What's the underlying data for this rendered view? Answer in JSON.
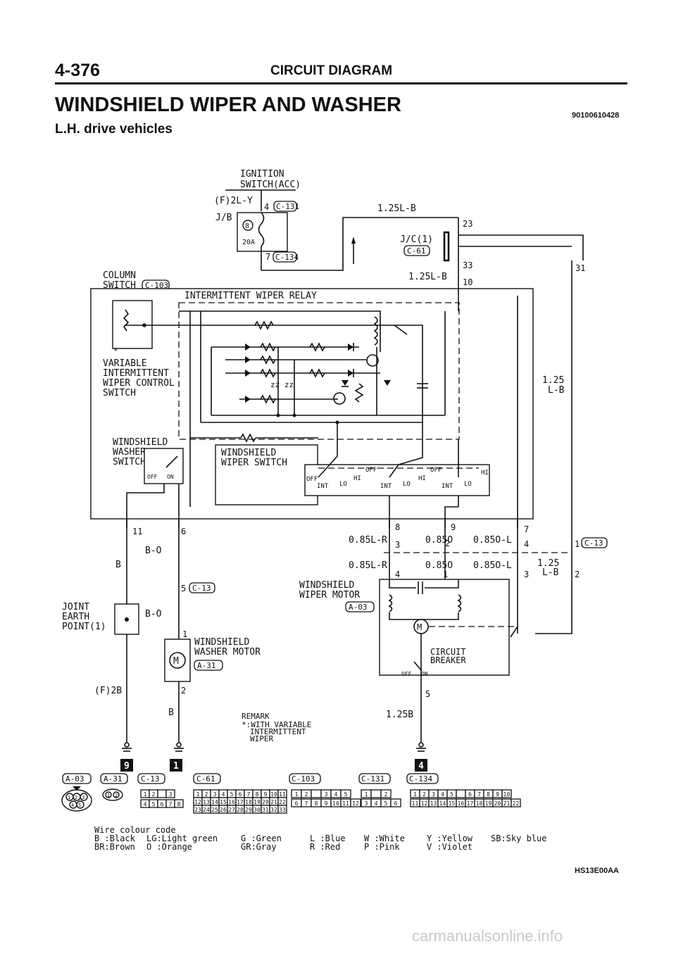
{
  "header": {
    "page_number": "4-376",
    "section": "CIRCUIT DIAGRAM",
    "title": "WINDSHIELD WIPER AND WASHER",
    "doc_id": "90100610428",
    "subtitle": "L.H. drive vehicles",
    "figure_code": "HS13E00AA"
  },
  "components": {
    "ignition_switch": [
      "IGNITION",
      "SWITCH(ACC)"
    ],
    "fuse": "20A",
    "fuse_number": "8",
    "jb": "J/B",
    "jc": "J/C(1)",
    "column_switch": [
      "COLUMN",
      "SWITCH"
    ],
    "relay": "INTERMITTENT WIPER RELAY",
    "variable_switch": [
      "*",
      "VARIABLE",
      "INTERMITTENT",
      "WIPER CONTROL",
      "SWITCH"
    ],
    "washer_switch": [
      "WINDSHIELD",
      "WASHER",
      "SWITCH"
    ],
    "wiper_switch": [
      "WINDSHIELD",
      "WIPER SWITCH"
    ],
    "wiper_motor": [
      "WINDSHIELD",
      "WIPER MOTOR"
    ],
    "washer_motor": [
      "WINDSHIELD",
      "WASHER MOTOR"
    ],
    "circuit_breaker": [
      "CIRCUIT",
      "BREAKER"
    ],
    "joint_earth": [
      "JOINT",
      "EARTH",
      "POINT(1)"
    ],
    "motor_symbol": "M"
  },
  "switch_positions": {
    "off": "OFF",
    "on": "ON",
    "hi": "HI",
    "lo": "LO",
    "int": "INT"
  },
  "wires": {
    "f2ly": "(F)2L-Y",
    "l125lb_top": "1.25L-B",
    "l125lb_mid": "1.25L-B",
    "l125lb_right": [
      "1.25",
      "L-B"
    ],
    "l125lb_bottom": [
      "1.25",
      "L-B"
    ],
    "w085lr_a": "0.85L-R",
    "w085lr_b": "0.85L-R",
    "w085o_a": "0.85O",
    "w085o_b": "0.85O",
    "w085ol_a": "0.85O-L",
    "w085ol_b": "0.85O-L",
    "bo_a": "B-O",
    "bo_b": "B-O",
    "b_left": "B",
    "b_right": "B",
    "f2b": "(F)2B",
    "w125b": "1.25B"
  },
  "pins": {
    "p4": "4",
    "p7": "7",
    "p23": "23",
    "p33": "33",
    "p10": "10",
    "p31": "31",
    "p11": "11",
    "p6": "6",
    "p8": "8",
    "p9": "9",
    "p7b": "7",
    "p3": "3",
    "p2": "2",
    "p4b": "4",
    "p1": "1",
    "p4c": "4",
    "p1b": "1",
    "p3b": "3",
    "p2b": "2",
    "p5": "5",
    "p1c": "1",
    "p2c": "2",
    "p5b": "5"
  },
  "connectors": {
    "c131": "C-131",
    "c134": "C-134",
    "c61": "C-61",
    "c103": "C-103",
    "c13": "C-13",
    "a03": "A-03",
    "a31": "A-31"
  },
  "earth_markers": [
    "9",
    "1",
    "4"
  ],
  "remark": [
    "REMARK",
    "*:WITH VARIABLE",
    "INTERMITTENT",
    "WIPER"
  ],
  "connector_views": {
    "c13_row1": [
      "1",
      "2",
      "",
      "3"
    ],
    "c13_row2": [
      "4",
      "5",
      "6",
      "7",
      "8"
    ],
    "c61_row1": [
      "1",
      "2",
      "3",
      "4",
      "5",
      "6",
      "7",
      "8",
      "9",
      "10",
      "11"
    ],
    "c61_row2": [
      "12",
      "13",
      "14",
      "15",
      "16",
      "17",
      "18",
      "19",
      "20",
      "21",
      "22"
    ],
    "c61_row3": [
      "23",
      "24",
      "25",
      "26",
      "27",
      "28",
      "29",
      "30",
      "31",
      "32",
      "33"
    ],
    "c103_row1": [
      "1",
      "2",
      "",
      "3",
      "4",
      "5"
    ],
    "c103_row2": [
      "6",
      "7",
      "8",
      "9",
      "10",
      "11",
      "12"
    ],
    "c131_row1": [
      "1",
      "",
      "2"
    ],
    "c131_row2": [
      "3",
      "4",
      "5",
      "6"
    ],
    "c134_row1": [
      "1",
      "2",
      "3",
      "4",
      "5",
      "",
      "6",
      "7",
      "8",
      "9",
      "10"
    ],
    "c134_row2": [
      "11",
      "12",
      "13",
      "14",
      "15",
      "16",
      "17",
      "18",
      "19",
      "20",
      "21",
      "22"
    ],
    "a03_pins": [
      "1",
      "2",
      "3",
      "4",
      "5"
    ],
    "a31_pins": [
      "1",
      "2"
    ]
  },
  "wire_colour_code": {
    "heading": "Wire colour code",
    "row1": [
      "B :Black",
      "LG:Light green",
      "G :Green",
      "L :Blue",
      "W :White",
      "Y :Yellow",
      "SB:Sky blue"
    ],
    "row2": [
      "BR:Brown",
      "O :Orange",
      "GR:Gray",
      "R :Red",
      "P :Pink",
      "V :Violet"
    ]
  },
  "watermark": "carmanualsonline.info"
}
